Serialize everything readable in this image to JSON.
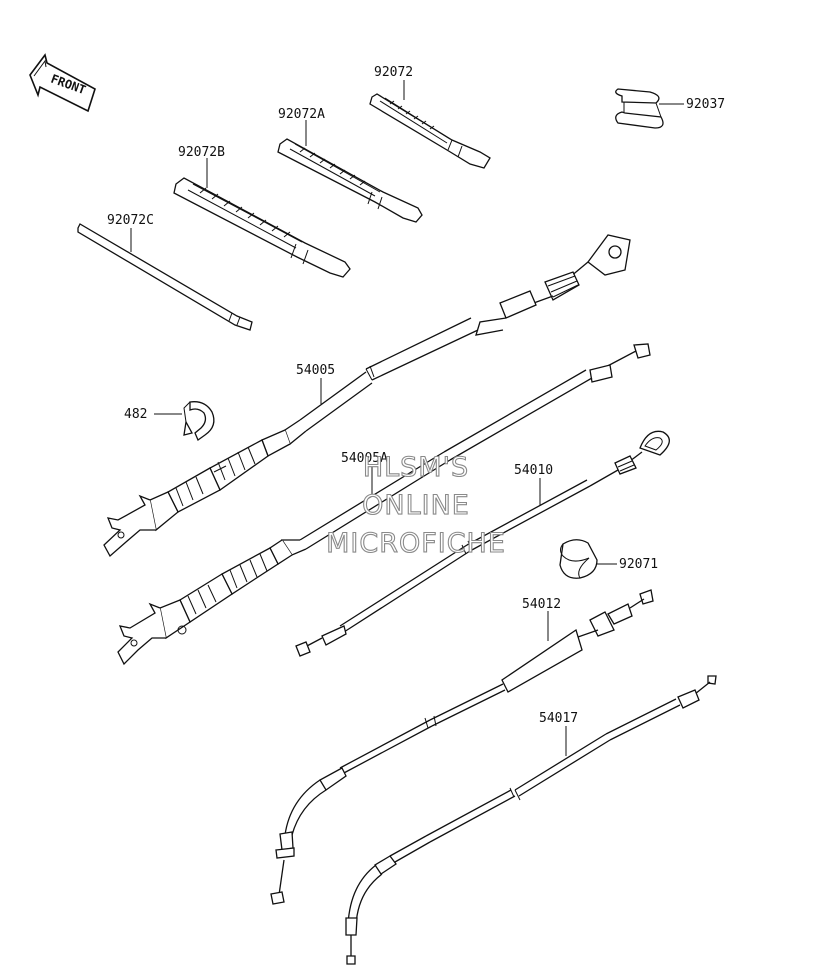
{
  "front_label": "FRONT",
  "watermark": [
    "HLSM'S",
    "ONLINE",
    "MICROFICHE"
  ],
  "parts": {
    "p92072": "92072",
    "p92072A": "92072A",
    "p92072B": "92072B",
    "p92072C": "92072C",
    "p92037": "92037",
    "p54005": "54005",
    "p482": "482",
    "p54005A": "54005A",
    "p54010": "54010",
    "p92071": "92071",
    "p54012": "54012",
    "p54017": "54017"
  }
}
